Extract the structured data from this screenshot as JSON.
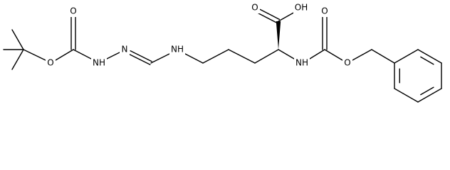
{
  "structure": {
    "bond_color": "#000000",
    "background": "#ffffff",
    "atom_labels": {
      "carbonyl_o_boc": "O",
      "ester_o_boc": "O",
      "nh_hydrazine": "NH",
      "n_hydrazine": "N",
      "nh_guanidine": "NH",
      "carboxyl_o": "O",
      "carboxyl_oh": "OH",
      "nh_alpha": "NH",
      "carbonyl_o_cbz": "O",
      "ester_o_cbz": "O"
    }
  }
}
